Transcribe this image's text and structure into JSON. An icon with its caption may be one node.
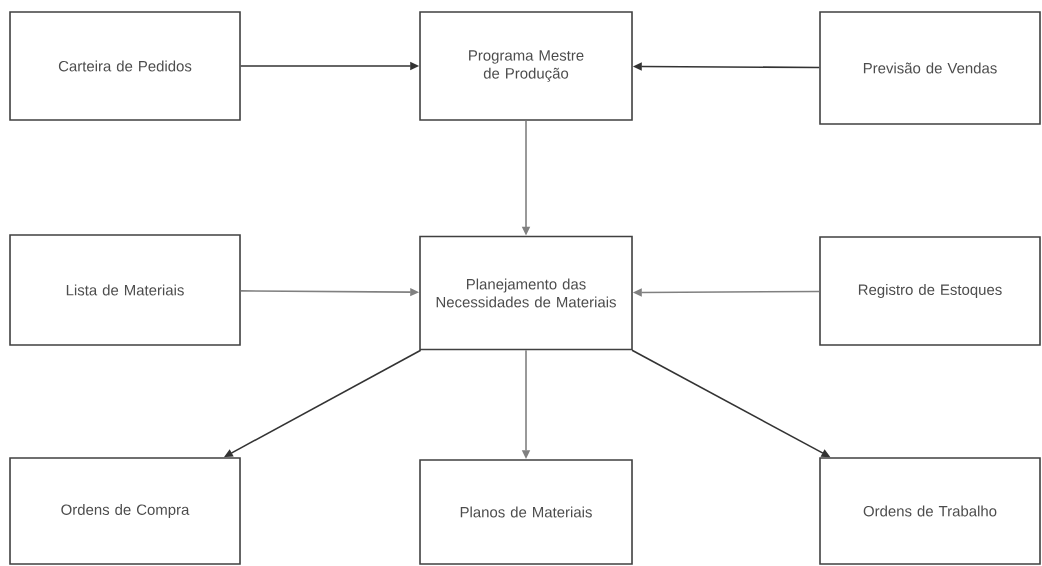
{
  "diagram": {
    "nodes": [
      {
        "text": [
          "Carteira de Pedidos"
        ]
      },
      {
        "text": [
          "Programa Mestre de Produção"
        ]
      },
      {
        "text": [
          "Previsão de Vendas"
        ]
      },
      {
        "text": [
          "Lista de Materiais"
        ]
      },
      {
        "text": [
          "Planejamento das Necessidades de Materiais"
        ]
      },
      {
        "text": [
          "Registro de Estoques"
        ]
      },
      {
        "text": [
          "Ordens de Compra"
        ]
      },
      {
        "text": [
          "Planos de Materiais"
        ]
      },
      {
        "text": [
          "Ordens de Trabalho"
        ]
      }
    ],
    "edges": [
      {
        "from": 0,
        "to": 1,
        "arrow": "to"
      },
      {
        "from": 2,
        "to": 1,
        "arrow": "to"
      },
      {
        "from": 1,
        "to": 4,
        "arrow": "to",
        "color": "#808080"
      },
      {
        "from": 3,
        "to": 4,
        "arrow": "to",
        "color": "#808080"
      },
      {
        "from": 5,
        "to": 4,
        "arrow": "to",
        "color": "#808080"
      },
      {
        "from": 4,
        "to": 6,
        "arrow": "to"
      },
      {
        "from": 4,
        "to": 7,
        "arrow": "to",
        "color": "#808080"
      },
      {
        "from": 4,
        "to": 8,
        "arrow": "to"
      }
    ]
  }
}
